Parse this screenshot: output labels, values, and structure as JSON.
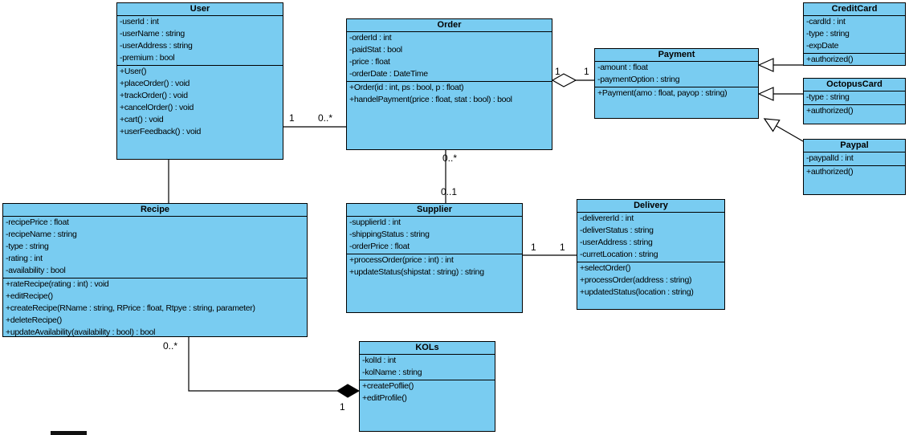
{
  "colors": {
    "box_fill": "#79CCF1",
    "box_border": "#000000",
    "background": "#FFFFFF",
    "line": "#000000"
  },
  "classes": {
    "user": {
      "name": "User",
      "attributes": [
        "-userId : int",
        "-userName : string",
        "-userAddress : string",
        "-premium : bool"
      ],
      "methods": [
        "+User()",
        "+placeOrder() : void",
        "+trackOrder() : void",
        "+cancelOrder() : void",
        "+cart() : void",
        "+userFeedback() : void"
      ]
    },
    "order": {
      "name": "Order",
      "attributes": [
        "-orderId : int",
        "-paidStat : bool",
        "-price : float",
        "-orderDate : DateTime"
      ],
      "methods": [
        "+Order(id : int, ps : bool, p : float)",
        "+handelPayment(price : float, stat : bool) : bool"
      ]
    },
    "payment": {
      "name": "Payment",
      "attributes": [
        "-amount : float",
        "-paymentOption : string"
      ],
      "methods": [
        "+Payment(amo : float, payop : string)"
      ]
    },
    "creditcard": {
      "name": "CreditCard",
      "attributes": [
        "-cardId : int",
        "-type : string",
        "-expDate"
      ],
      "methods": [
        "+authorized()"
      ]
    },
    "octopuscard": {
      "name": "OctopusCard",
      "attributes": [
        "-type : string"
      ],
      "methods": [
        "+authorized()"
      ]
    },
    "paypal": {
      "name": "Paypal",
      "attributes": [
        "-paypalId : int"
      ],
      "methods": [
        "+authorized()"
      ]
    },
    "recipe": {
      "name": "Recipe",
      "attributes": [
        "-recipePrice : float",
        "-recipeName : string",
        "-type : string",
        "-rating : int",
        "-availability : bool"
      ],
      "methods": [
        "+rateRecipe(rating : int) : void",
        "+editRecipe()",
        "+createRecipe(RName : string, RPrice : float, Rtpye : string, parameter)",
        "+deleteRecipe()",
        "+updateAvailability(availability : bool) : bool"
      ]
    },
    "supplier": {
      "name": "Supplier",
      "attributes": [
        "-supplierId : int",
        "-shippingStatus : string",
        "-orderPrice : float"
      ],
      "methods": [
        "+processOrder(price : int) : int",
        "+updateStatus(shipstat : string) : string"
      ]
    },
    "delivery": {
      "name": "Delivery",
      "attributes": [
        "-delivererId : int",
        "-deliverStatus : string",
        "-userAddress : string",
        "-curretLocation : string"
      ],
      "methods": [
        "+selectOrder()",
        "+processOrder(address : string)",
        "+updatedStatus(location : string)"
      ]
    },
    "kols": {
      "name": "KOLs",
      "attributes": [
        "-kolId : int",
        "-kolName : string"
      ],
      "methods": [
        "+createPoflie()",
        "+editProfile()"
      ]
    }
  },
  "connectors": {
    "user_order": {
      "type": "association",
      "source": "User",
      "target": "Order",
      "source_label": "1",
      "target_label": "0..*"
    },
    "user_recipe": {
      "type": "association",
      "source": "User",
      "target": "Recipe"
    },
    "order_payment": {
      "type": "aggregation",
      "source": "Order",
      "target": "Payment",
      "source_label": "1",
      "target_label": "1"
    },
    "order_supplier": {
      "type": "association",
      "source": "Order",
      "target": "Supplier",
      "source_label": "0..*",
      "target_label": "0..1"
    },
    "supplier_delivery": {
      "type": "association",
      "source": "Supplier",
      "target": "Delivery",
      "source_label": "1",
      "target_label": "1"
    },
    "recipe_kols": {
      "type": "composition",
      "source": "Recipe",
      "target": "KOLs",
      "source_label": "0..*",
      "target_label": "1"
    },
    "creditcard_payment": {
      "type": "generalization",
      "source": "CreditCard",
      "target": "Payment"
    },
    "octopuscard_payment": {
      "type": "generalization",
      "source": "OctopusCard",
      "target": "Payment"
    },
    "paypal_payment": {
      "type": "generalization",
      "source": "Paypal",
      "target": "Payment"
    }
  }
}
